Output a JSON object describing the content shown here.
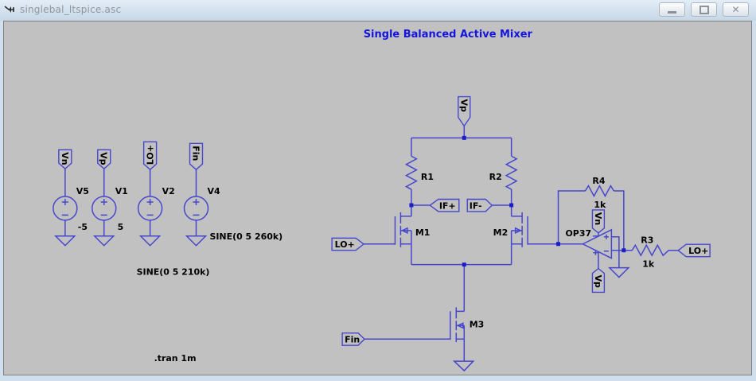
{
  "window": {
    "title": "singlebal_ltspice.asc",
    "icons": {
      "app": "ltspice-schematic-icon",
      "minimize": "minimize-icon",
      "maximize": "maximize-icon",
      "close_glyph": "✕"
    }
  },
  "schematic": {
    "heading": "Single Balanced Active Mixer",
    "directive": ".tran 1m",
    "colors": {
      "background": "#c1c1c1",
      "wire": "#4646cd",
      "junction": "#1d1dc8",
      "label_text": "#000000",
      "heading_text": "#1414dd"
    },
    "nets": {
      "vn": "Vn",
      "vp": "Vp",
      "lo": "LO+",
      "fin": "Fin",
      "if_plus": "IF+",
      "if_minus": "IF-"
    },
    "components": {
      "v5": {
        "label": "V5",
        "value": "-5"
      },
      "v1": {
        "label": "V1",
        "value": "5"
      },
      "v2": {
        "label": "V2",
        "value": "SINE(0 5 210k)"
      },
      "v4": {
        "label": "V4",
        "value": "SINE(0 5 260k)"
      },
      "r1": {
        "label": "R1"
      },
      "r2": {
        "label": "R2"
      },
      "r3": {
        "label": "R3",
        "value": "1k"
      },
      "r4": {
        "label": "R4",
        "value": "1k"
      },
      "m1": {
        "label": "M1"
      },
      "m2": {
        "label": "M2"
      },
      "m3": {
        "label": "M3"
      },
      "u1": {
        "label": "OP37"
      }
    }
  }
}
